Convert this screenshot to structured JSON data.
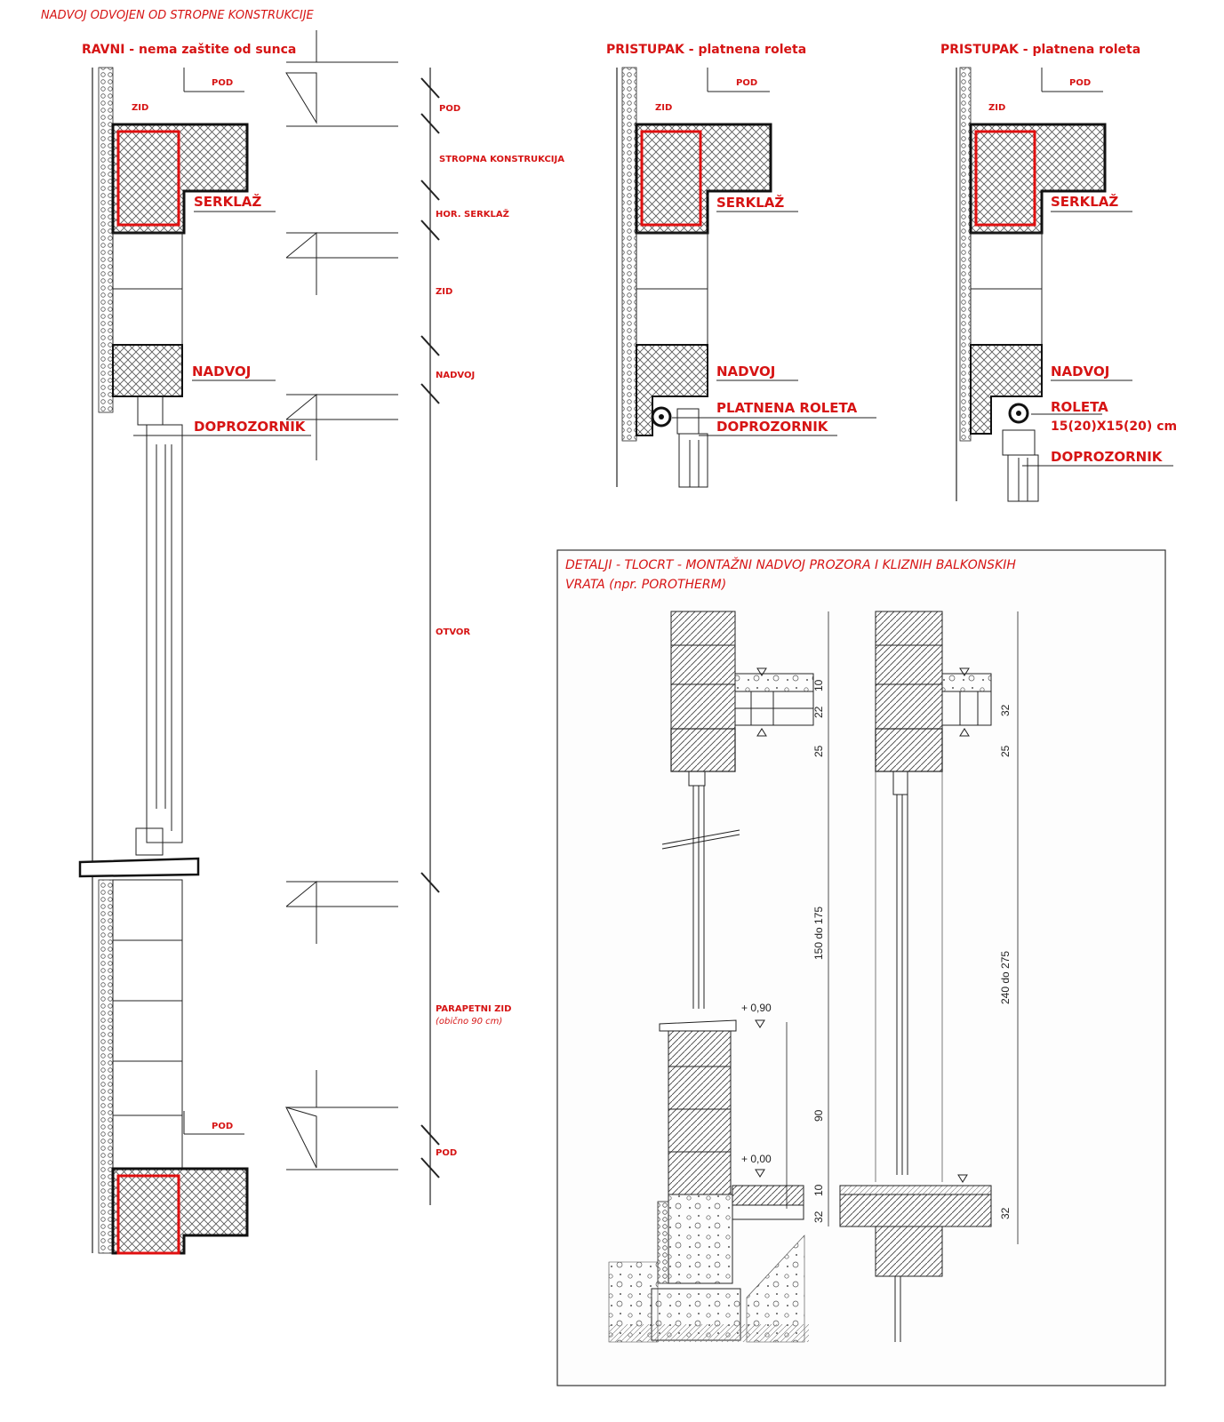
{
  "title": "NADVOJ ODVOJEN OD STROPNE KONSTRUKCIJE",
  "colors": {
    "accent": "#d61414",
    "ink": "#222222",
    "hatch": "#555555"
  },
  "section_flat": {
    "heading": "RAVNI - nema zaštite od sunca",
    "labels": {
      "pod_top": "POD",
      "zid": "ZID",
      "serklaz": "SERKLAŽ",
      "nadvoj": "NADVOJ",
      "doprozornik": "DOPROZORNIK",
      "pod_bottom": "POD"
    }
  },
  "dimension_chain": [
    "POD",
    "STROPNA KONSTRUKCIJA",
    "HOR. SERKLAŽ",
    "ZID",
    "NADVOJ",
    "OTVOR",
    "PARAPETNI ZID",
    "(obično 90 cm)",
    "POD"
  ],
  "section_recess_a": {
    "heading": "PRISTUPAK - platnena roleta",
    "labels": {
      "pod": "POD",
      "zid": "ZID",
      "serklaz": "SERKLAŽ",
      "nadvoj": "NADVOJ",
      "roleta": "PLATNENA ROLETA",
      "doprozornik": "DOPROZORNIK"
    }
  },
  "section_recess_b": {
    "heading": "PRISTUPAK - platnena roleta",
    "labels": {
      "pod": "POD",
      "zid": "ZID",
      "serklaz": "SERKLAŽ",
      "nadvoj": "NADVOJ",
      "roleta": "ROLETA",
      "roleta_size": "15(20)X15(20) cm",
      "doprozornik": "DOPROZORNIK"
    }
  },
  "detail_box": {
    "title_line1": "DETALJI - TLOCRT - MONTAŽNI NADVOJ PROZORA I KLIZNIH BALKONSKIH",
    "title_line2": "VRATA (npr. POROTHERM)",
    "left_dims": [
      "10",
      "22",
      "25",
      "150 do 175",
      "90",
      "10",
      "32"
    ],
    "right_dims": [
      "32",
      "25",
      "240 do 275",
      "32"
    ],
    "levels": [
      "+ 0,90",
      "+ 0,00"
    ]
  }
}
